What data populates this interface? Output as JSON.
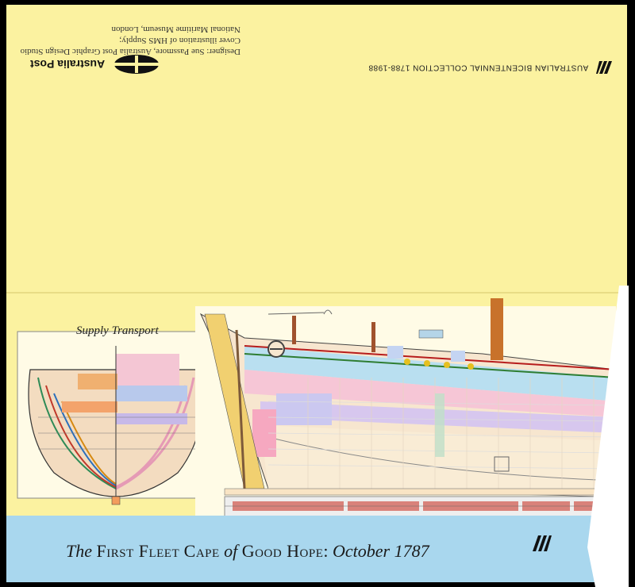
{
  "back": {
    "designer_line": "Designer: Sue Passmore, Australia Post Graphic Design Studio",
    "cover_line": "Cover illustration of HMS Supply;",
    "museum_line": "National Maritime Museum, London",
    "collection": "AUSTRALIAN BICENTENNIAL COLLECTION 1788-1988",
    "australia_post": "Australia Post"
  },
  "plan": {
    "caption": "Supply Transport"
  },
  "front": {
    "title_the": "The",
    "title_first_fleet": "First Fleet",
    "title_cape": "Cape",
    "title_of": "of",
    "title_good_hope": "Good Hope",
    "title_colon": ":",
    "title_date": "October 1787"
  },
  "colors": {
    "card": "#fbf2a0",
    "band": "#a9d7ee"
  }
}
